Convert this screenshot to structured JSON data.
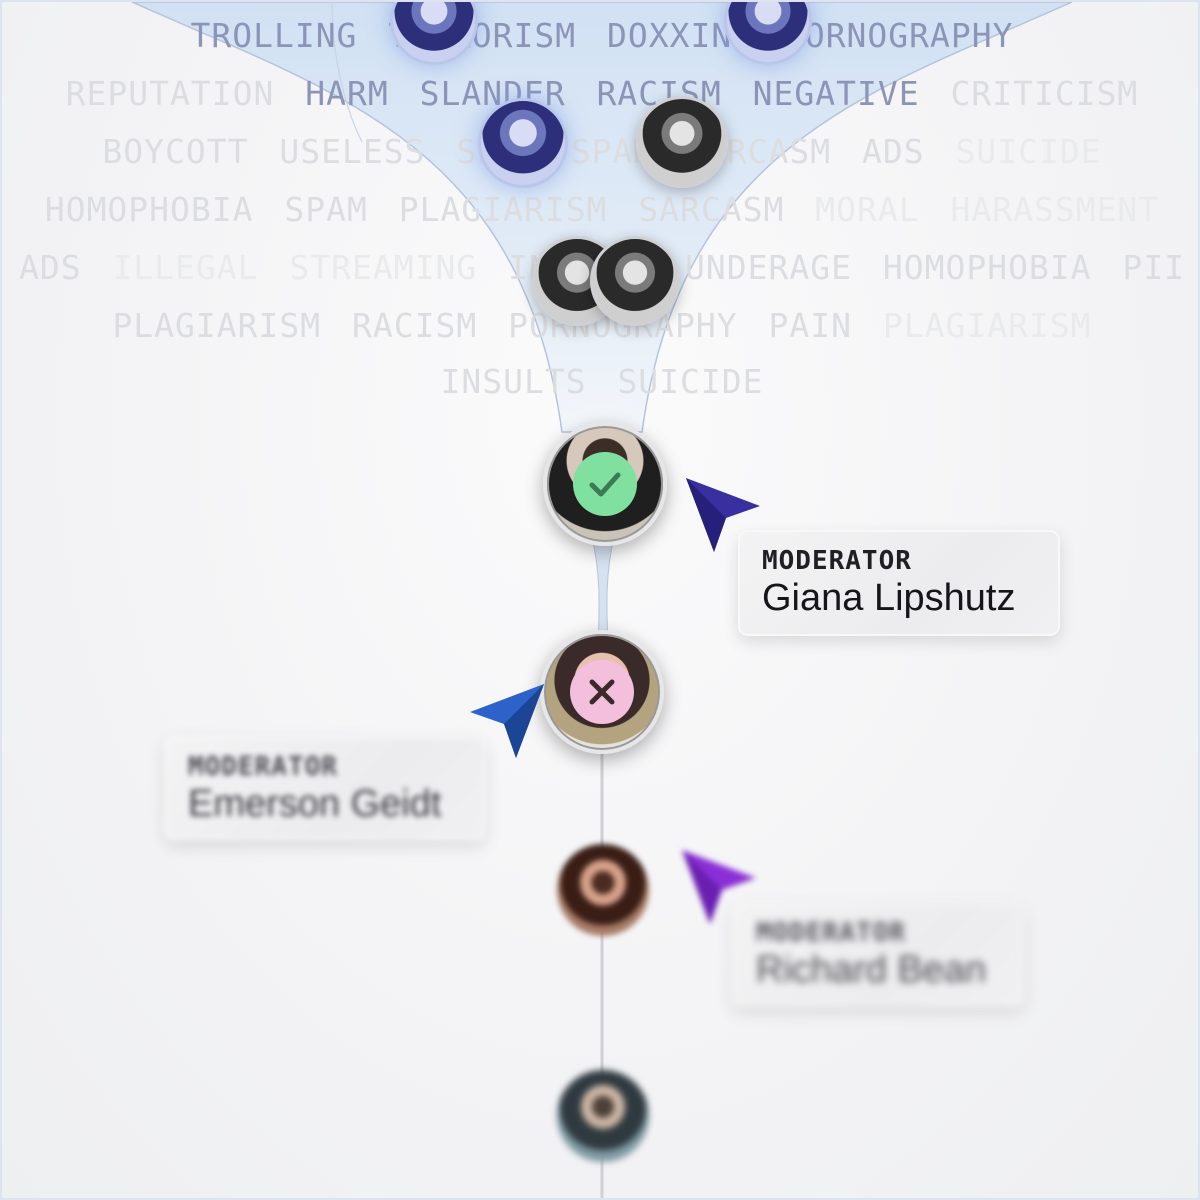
{
  "keywords": {
    "rows": [
      [
        {
          "text": "TROLLING",
          "style": "inside"
        },
        {
          "text": "TERRORISM",
          "style": "normal"
        },
        {
          "text": "DOXXING",
          "style": "normal"
        },
        {
          "text": "PORNOGRAPHY",
          "style": "normal"
        }
      ],
      [
        {
          "text": "REPUTATION",
          "style": "normal"
        },
        {
          "text": "HARM",
          "style": "inside"
        },
        {
          "text": "SLANDER",
          "style": "inside"
        },
        {
          "text": "RACISM",
          "style": "normal"
        },
        {
          "text": "NEGATIVE",
          "style": "inside"
        },
        {
          "text": "CRITICISM",
          "style": "normal"
        }
      ],
      [
        {
          "text": "BOYCOTT",
          "style": "normal"
        },
        {
          "text": "USELESS",
          "style": "normal"
        },
        {
          "text": "SPAM",
          "style": "normal"
        },
        {
          "text": "SPAM",
          "style": "normal"
        },
        {
          "text": "SARCASM",
          "style": "normal"
        },
        {
          "text": "ADS",
          "style": "normal"
        },
        {
          "text": "SUICIDE",
          "style": "faint"
        }
      ],
      [
        {
          "text": "HOMOPHOBIA",
          "style": "normal"
        },
        {
          "text": "SPAM",
          "style": "normal"
        },
        {
          "text": "PLAGIARISM",
          "style": "normal"
        },
        {
          "text": "SARCASM",
          "style": "normal"
        },
        {
          "text": "MORAL",
          "style": "faint"
        },
        {
          "text": "HARASSMENT",
          "style": "faint"
        }
      ],
      [
        {
          "text": "ADS",
          "style": "normal"
        },
        {
          "text": "ILLEGAL",
          "style": "faint"
        },
        {
          "text": "STREAMING",
          "style": "faint"
        },
        {
          "text": "INSULTS",
          "style": "normal"
        },
        {
          "text": "UNDERAGE",
          "style": "normal"
        },
        {
          "text": "HOMOPHOBIA",
          "style": "normal"
        },
        {
          "text": "PII",
          "style": "normal"
        }
      ],
      [
        {
          "text": "PLAGIARISM",
          "style": "normal"
        },
        {
          "text": "RACISM",
          "style": "normal"
        },
        {
          "text": "PORNOGRAPHY",
          "style": "normal"
        },
        {
          "text": "PAIN",
          "style": "normal"
        },
        {
          "text": "PLAGIARISM",
          "style": "faint"
        }
      ],
      [
        {
          "text": "INSULTS",
          "style": "normal"
        },
        {
          "text": "SUICIDE",
          "style": "normal"
        }
      ]
    ]
  },
  "moderators": [
    {
      "role": "MODERATOR",
      "name": "Giana Lipshutz",
      "status": "approved",
      "cursor_color": "#3a2fa0"
    },
    {
      "role": "MODERATOR",
      "name": "Emerson Geidt",
      "status": "rejected",
      "cursor_color": "#2d62c8"
    },
    {
      "role": "MODERATOR",
      "name": "Richard Bean",
      "status": "pending",
      "cursor_color": "#8a2fd6"
    }
  ],
  "colors": {
    "funnel_fill": "#dbe7f5",
    "funnel_stroke": "#b5c4dc",
    "approved": "#7fe0a0",
    "rejected": "#f4bfdc",
    "keyword_inside": "#8c95b7",
    "keyword_outside": "#dcdde0"
  },
  "icons": [
    "check-icon",
    "x-icon",
    "cursor-icon"
  ]
}
